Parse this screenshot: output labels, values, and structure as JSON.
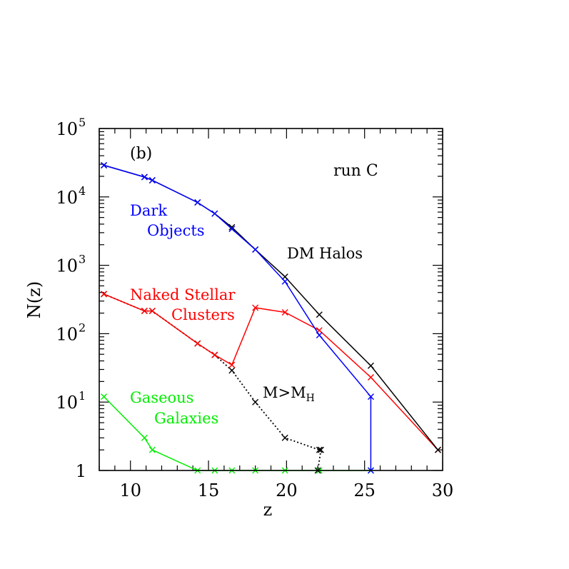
{
  "chart_data": {
    "type": "line",
    "panel_label": "(b)",
    "run_label": "run C",
    "xlabel": "z",
    "ylabel": "N(z)",
    "xlim": [
      8,
      30
    ],
    "ylim": [
      1,
      100000
    ],
    "yscale": "log",
    "x_ticks": [
      10,
      15,
      20,
      25,
      30
    ],
    "x_tick_labels": [
      "10",
      "15",
      "20",
      "25",
      "30"
    ],
    "y_ticks": [
      {
        "value": 1,
        "base": "1",
        "exp": ""
      },
      {
        "value": 10,
        "base": "10",
        "exp": "1"
      },
      {
        "value": 100,
        "base": "10",
        "exp": "2"
      },
      {
        "value": 1000,
        "base": "10",
        "exp": "3"
      },
      {
        "value": 10000,
        "base": "10",
        "exp": "4"
      },
      {
        "value": 100000,
        "base": "10",
        "exp": "5"
      }
    ],
    "series": [
      {
        "name": "DM Halos",
        "color": "#000000",
        "dashed": false,
        "label_lines": [
          "DM Halos"
        ],
        "x": [
          8.3,
          10.9,
          11.4,
          14.3,
          15.4,
          16.5,
          18.0,
          19.9,
          22.1,
          25.4,
          29.7
        ],
        "y": [
          29000,
          19500,
          17500,
          8300,
          5700,
          3600,
          1700,
          680,
          190,
          34,
          2
        ]
      },
      {
        "name": "Dark Objects",
        "color": "#0000ff",
        "dashed": false,
        "label_lines": [
          "Dark",
          "Objects"
        ],
        "x": [
          8.3,
          10.9,
          11.4,
          14.3,
          15.4,
          16.5,
          18.0,
          19.9,
          22.1,
          25.4,
          25.4
        ],
        "y": [
          29000,
          19500,
          17500,
          8300,
          5700,
          3400,
          1700,
          580,
          95,
          12,
          1
        ]
      },
      {
        "name": "Naked Stellar Clusters",
        "color": "#ff0000",
        "dashed": false,
        "label_lines": [
          "Naked Stellar",
          "Clusters"
        ],
        "x": [
          8.3,
          10.9,
          11.4,
          14.3,
          15.4,
          16.5,
          18.0,
          19.9,
          22.1,
          25.4,
          29.7
        ],
        "y": [
          380,
          215,
          215,
          72,
          49,
          35,
          240,
          205,
          112,
          23,
          2
        ]
      },
      {
        "name": "M>M_H",
        "color": "#000000",
        "dashed": true,
        "label_lines": [
          "M>M"
        ],
        "label_sub": "H",
        "x": [
          8.3,
          10.9,
          11.4,
          14.3,
          15.4,
          16.5,
          18.0,
          19.9,
          22.1,
          22.2,
          22.0
        ],
        "y": [
          380,
          215,
          215,
          72,
          49,
          29,
          10,
          3,
          2,
          2,
          1
        ]
      },
      {
        "name": "Gaseous Galaxies",
        "color": "#00ee00",
        "dashed": false,
        "label_lines": [
          "Gaseous",
          "Galaxies"
        ],
        "x": [
          8.3,
          10.9,
          11.4,
          14.3,
          15.4,
          16.5,
          18.0,
          19.9,
          22.1,
          25.4
        ],
        "y": [
          12,
          3,
          2,
          1,
          1,
          1,
          1,
          1,
          1,
          1
        ]
      }
    ]
  }
}
